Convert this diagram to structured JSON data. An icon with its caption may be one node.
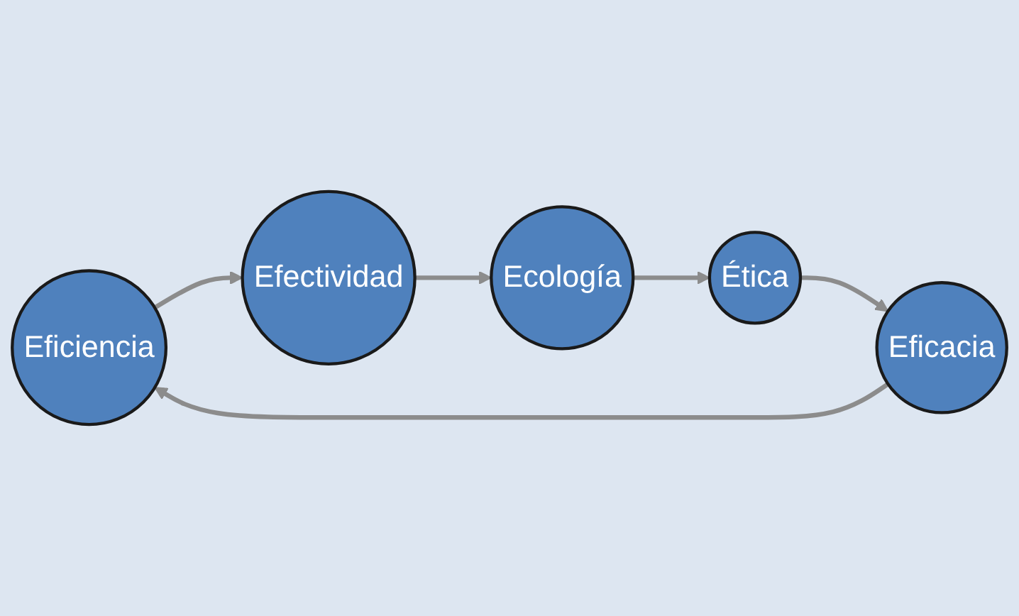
{
  "diagram": {
    "nodes": [
      {
        "text": [
          "Eficiencia"
        ]
      },
      {
        "text": [
          "Eficacia"
        ]
      },
      {
        "text": [
          "Efectividad"
        ]
      },
      {
        "text": [
          "Ética"
        ]
      },
      {
        "text": [
          "Ecología"
        ]
      }
    ],
    "edges": [
      {
        "from": 0,
        "to": 2,
        "arrow": "to"
      },
      {
        "from": 2,
        "to": 4,
        "arrow": "to"
      },
      {
        "from": 4,
        "to": 3,
        "arrow": "to"
      },
      {
        "from": 3,
        "to": 1,
        "arrow": "to"
      },
      {
        "from": 1,
        "to": 0,
        "arrow": "to"
      }
    ]
  }
}
